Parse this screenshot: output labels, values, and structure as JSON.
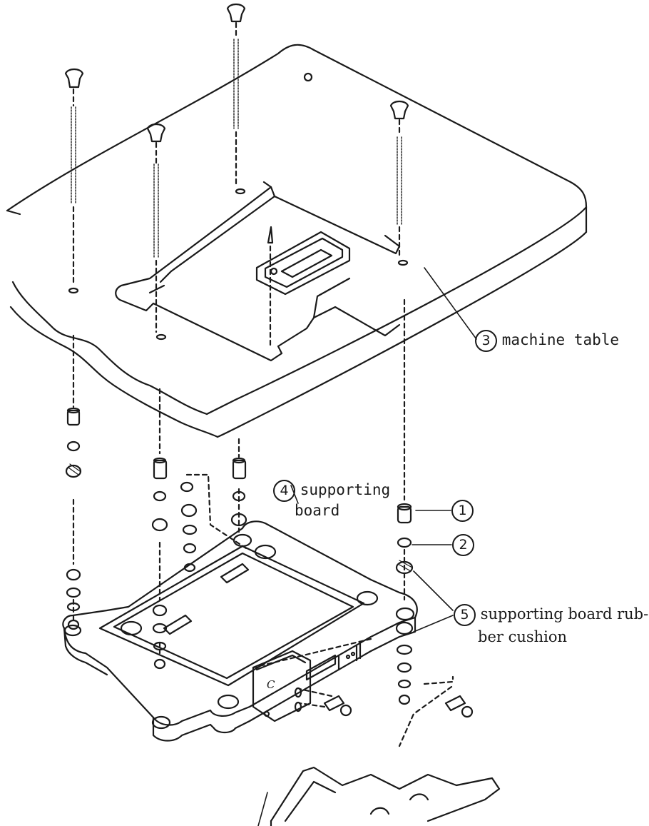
{
  "labels": {
    "part1": {
      "number": "1"
    },
    "part2": {
      "number": "2"
    },
    "part3": {
      "number": "3",
      "text": "machine table"
    },
    "part4": {
      "number": "4",
      "line1": "supporting",
      "line2": "board"
    },
    "part5": {
      "number": "5",
      "line1": "supporting board rub-",
      "line2": "ber cushion"
    },
    "bracket_letter": "C"
  },
  "colors": {
    "ink": "#1a1a1a",
    "paper": "#ffffff"
  }
}
